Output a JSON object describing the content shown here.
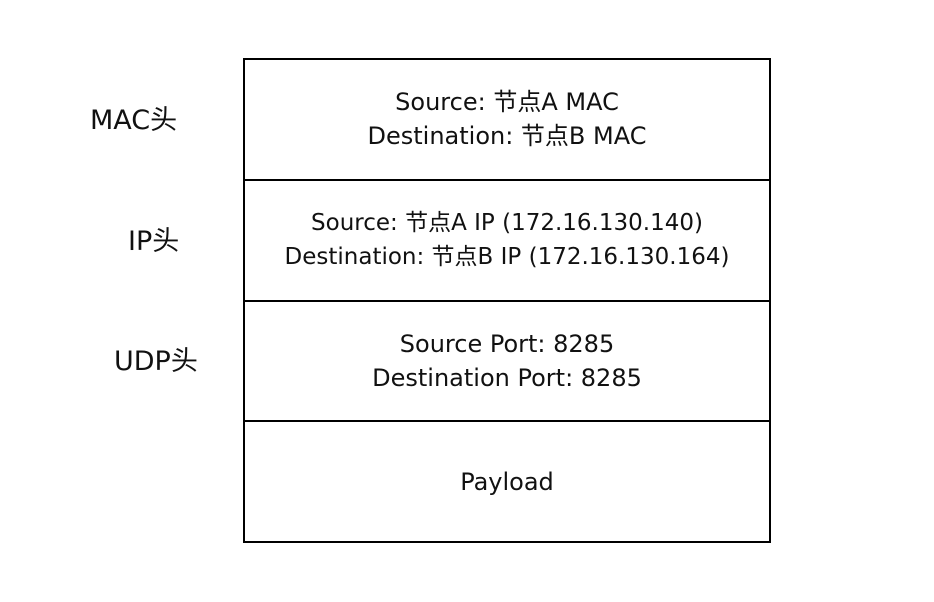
{
  "labels": {
    "mac": "MAC头",
    "ip": "IP头",
    "udp": "UDP头"
  },
  "packet": {
    "mac": {
      "source": "Source: 节点A MAC",
      "destination": "Destination: 节点B MAC"
    },
    "ip": {
      "source": "Source: 节点A IP (172.16.130.140)",
      "destination": "Destination: 节点B IP (172.16.130.164)"
    },
    "udp": {
      "source": "Source Port: 8285",
      "destination": "Destination Port: 8285"
    },
    "payload": "Payload"
  },
  "colors": {
    "border": "#000000",
    "text": "#111111",
    "background": "#ffffff"
  }
}
